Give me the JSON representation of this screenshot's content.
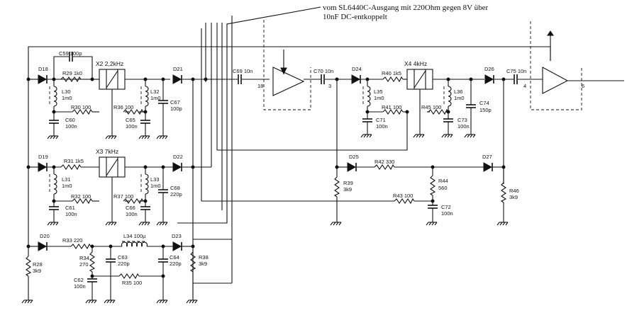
{
  "note": {
    "line1": "vom SL6440C-Ausgang mit 220Ohm gegen 8V über",
    "line2": "10nF DC-entkoppelt"
  },
  "parts": {
    "C59": "C59 100p",
    "R29": "R29 1k0",
    "X2": "X2 2,2kHz",
    "D18": "D18",
    "D21": "D21",
    "L30a": "L30",
    "L30b": "1m0",
    "L32a": "L32",
    "L32b": "1m0",
    "C67a": "C67",
    "C67b": "100p",
    "R30": "R30 100",
    "R36": "R36 100",
    "C60a": "C60",
    "C60b": "100n",
    "C65a": "C65",
    "C65b": "100n",
    "C69": "C69 10n",
    "n18": "18",
    "C70": "C70 10n",
    "n3": "3",
    "D24": "D24",
    "R40": "R40 1k5",
    "X4": "X4 4kHz",
    "D26": "D26",
    "C75": "C75 10n",
    "n4": "4",
    "n6": "6",
    "L35a": "L35",
    "L35b": "1m0",
    "L36a": "L36",
    "L36b": "1m0",
    "C74a": "C74",
    "C74b": "150p",
    "R41": "R41 100",
    "R45": "R45 100",
    "C71a": "C71",
    "C71b": "100n",
    "C73a": "C73",
    "C73b": "100n",
    "D19": "D19",
    "R31": "R31 1k5",
    "X3": "X3 7kHz",
    "D22": "D22",
    "L31a": "L31",
    "L31b": "1m0",
    "L33a": "L33",
    "L33b": "1m0",
    "C68a": "C68",
    "C68b": "220p",
    "R32": "R32 100",
    "R37": "R37 100",
    "C61a": "C61",
    "C61b": "100n",
    "C66a": "C66",
    "C66b": "100n",
    "D25": "D25",
    "R42": "R42 330",
    "D27": "D27",
    "R39a": "R39",
    "R39b": "3k9",
    "R44a": "R44",
    "R44b": "560",
    "R43": "R43 100",
    "C72a": "C72",
    "C72b": "100n",
    "R46a": "R46",
    "R46b": "3k9",
    "D20": "D20",
    "R33": "R33 220",
    "L34": "L34 100µ",
    "D23": "D23",
    "R34a": "R34",
    "R34b": "270",
    "C63a": "C63",
    "C63b": "220p",
    "C64a": "C64",
    "C64b": "220p",
    "R38a": "R38",
    "R38b": "3k9",
    "R28a": "R28",
    "R28b": "3k9",
    "C62a": "C62",
    "C62b": "100n",
    "R35": "R35 100"
  }
}
